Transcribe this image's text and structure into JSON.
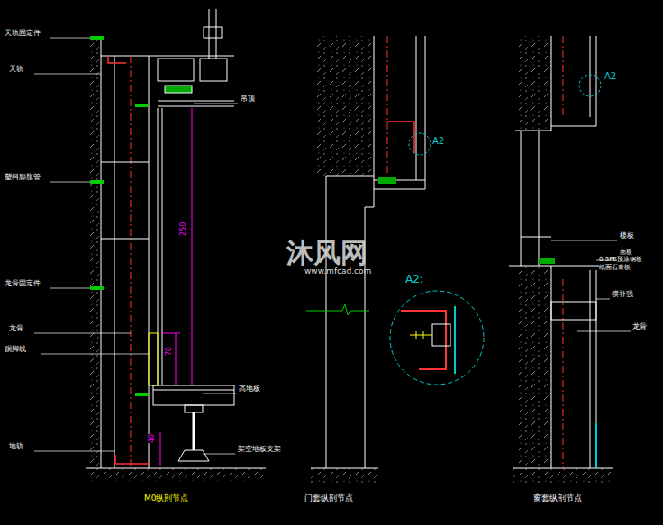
{
  "diagram": {
    "labels": [
      "天轨固定件",
      "天轨",
      "塑料膨胀管",
      "龙骨固定件",
      "龙骨",
      "踢脚线",
      "地轨",
      "吊顶",
      "高地板",
      "架空地板支架",
      "250",
      "70",
      "40",
      "M0纵剖节点",
      "A2",
      "A2:",
      "门套纵剖节点",
      "A2",
      "楼板",
      "面板",
      "0.5PE预涂钢板",
      "纸面石膏板",
      "横补强",
      "龙骨",
      "窗套纵剖节点",
      "沐风网",
      "www.mfcad.com"
    ]
  }
}
